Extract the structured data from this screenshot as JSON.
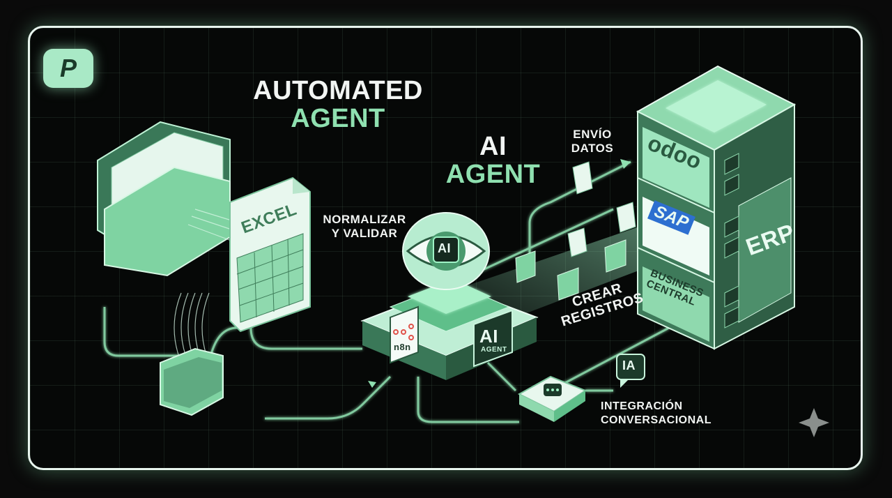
{
  "brand": {
    "logo_letter": "P"
  },
  "titles": {
    "automated_line1": "AUTOMATED",
    "automated_line2": "AGENT",
    "ai_line1": "AI",
    "ai_line2": "AGENT"
  },
  "labels": {
    "normalizar_line1": "NORMALIZAR",
    "normalizar_line2": "Y VALIDAR",
    "envio_line1": "ENVÍO",
    "envio_line2": "DATOS",
    "crear_line1": "CREAR",
    "crear_line2": "REGISTROS",
    "integracion_line1": "INTEGRACIÓN",
    "integracion_line2": "CONVERSACIONAL"
  },
  "nodes": {
    "excel": "EXCEL",
    "ai_chip": "AI",
    "n8n": "n8n",
    "ai_badge_big": "AI",
    "ai_badge_small": "AGENT",
    "ia_bubble": "IA",
    "odoo": "odoo",
    "sap": "SAP",
    "business_line1": "BUSINESS",
    "business_line2": "CENTRAL",
    "erp": "ERP"
  },
  "colors": {
    "accent": "#8fe0b0",
    "glow": "#a9f0c8",
    "dark": "#0a0a0a"
  }
}
